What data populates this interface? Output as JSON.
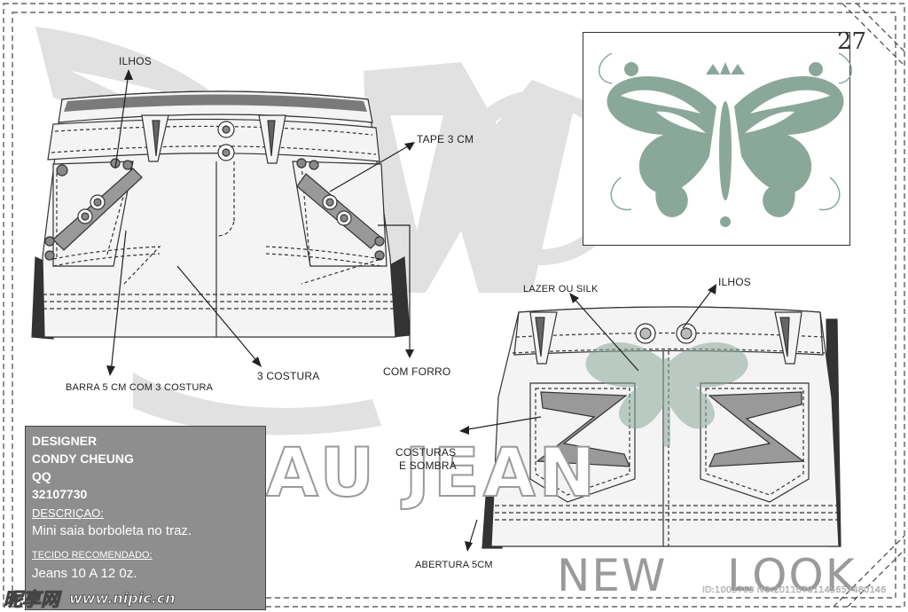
{
  "page_number": "27",
  "labels": {
    "ilhos_front": "ILHOS",
    "tape": "TAPE 3 CM",
    "com_forro": "COM FORRO",
    "tres_costura": "3 COSTURA",
    "barra": "BARRA 5 CM COM 3 COSTURA",
    "lazer": "LAZER OU SILK",
    "ilhos_back": "ILHOS",
    "costuras_line1": "COSTURAS",
    "costuras_line2": "E SOMBRA",
    "abertura": "ABERTURA 5CM"
  },
  "designer": {
    "title": "DESIGNER",
    "name": "CONDY CHEUNG",
    "qq_label": "QQ",
    "qq_number": "32107730",
    "desc_label": "DESCRIÇAO:",
    "desc_text": "Mini saia borboleta no traz.",
    "fabric_label": "TECIDO RECOMENDADO:",
    "fabric_text": "Jeans 10 A 12 0z."
  },
  "watermark": {
    "jeans": "AU JEAN",
    "new": "NEW",
    "look": "LOOK"
  },
  "logo": {
    "text": "昵享网",
    "url": "www.nipic.cn"
  },
  "image_id": "ID:1003769 NO:20110701145657480146",
  "colors": {
    "denim_fill": "#f4f4f4",
    "panel_gray": "#8e8e8e",
    "print_green": "#8aa89a",
    "line_dark": "#333333"
  }
}
